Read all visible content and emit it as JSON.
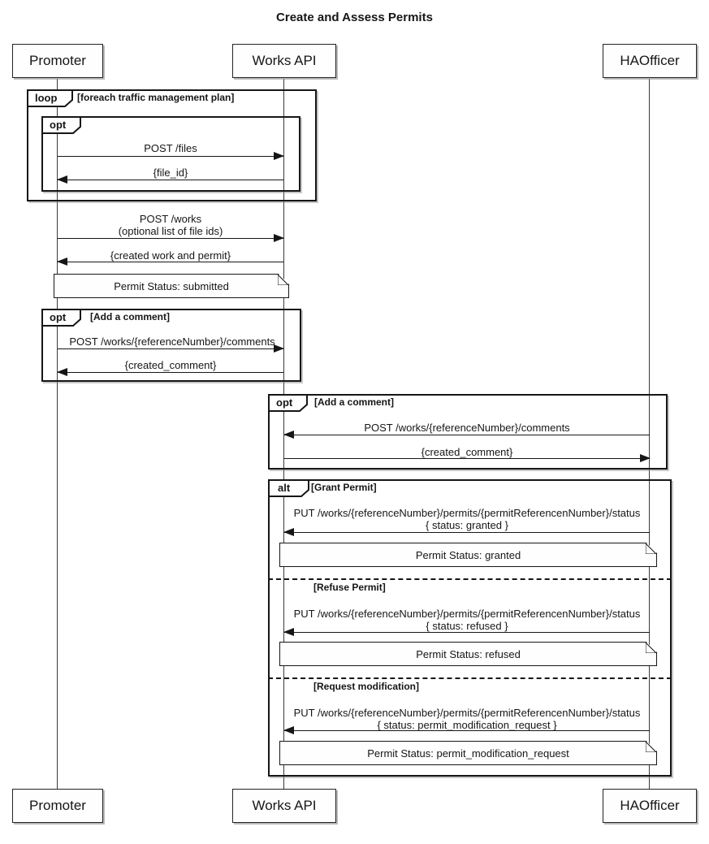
{
  "title": "Create and Assess Permits",
  "participants": {
    "promoter": "Promoter",
    "works_api": "Works API",
    "ha_officer": "HAOfficer"
  },
  "frames": {
    "loop": {
      "keyword": "loop",
      "condition": "[foreach traffic management plan]"
    },
    "opt_upload": {
      "keyword": "opt"
    },
    "opt_promoter_comment": {
      "keyword": "opt",
      "condition": "[Add a comment]"
    },
    "opt_ha_comment": {
      "keyword": "opt",
      "condition": "[Add a comment]"
    },
    "alt_assess": {
      "keyword": "alt",
      "grant_condition": "[Grant Permit]",
      "refuse_condition": "[Refuse Permit]",
      "modify_condition": "[Request modification]"
    }
  },
  "messages": {
    "post_files": "POST /files",
    "file_id_response": "{file_id}",
    "post_works": "POST /works",
    "post_works_note": "(optional list of file ids)",
    "created_work_response": "{created work and permit}",
    "post_comment": "POST /works/{referenceNumber}/comments",
    "created_comment_response": "{created_comment}",
    "put_permit_status": "PUT /works/{referenceNumber}/permits/{permitReferencenNumber}/status",
    "status_granted": "{ status: granted }",
    "status_refused": "{ status: refused }",
    "status_modification": "{ status: permit_modification_request }"
  },
  "notes": {
    "submitted": "Permit Status: submitted",
    "granted": "Permit Status: granted",
    "refused": "Permit Status: refused",
    "modification": "Permit Status: permit_modification_request"
  },
  "colors": {
    "line": "#161616",
    "background": "#ffffff",
    "box_fill": "#fefefe",
    "shadow": "#9a9a9a"
  }
}
